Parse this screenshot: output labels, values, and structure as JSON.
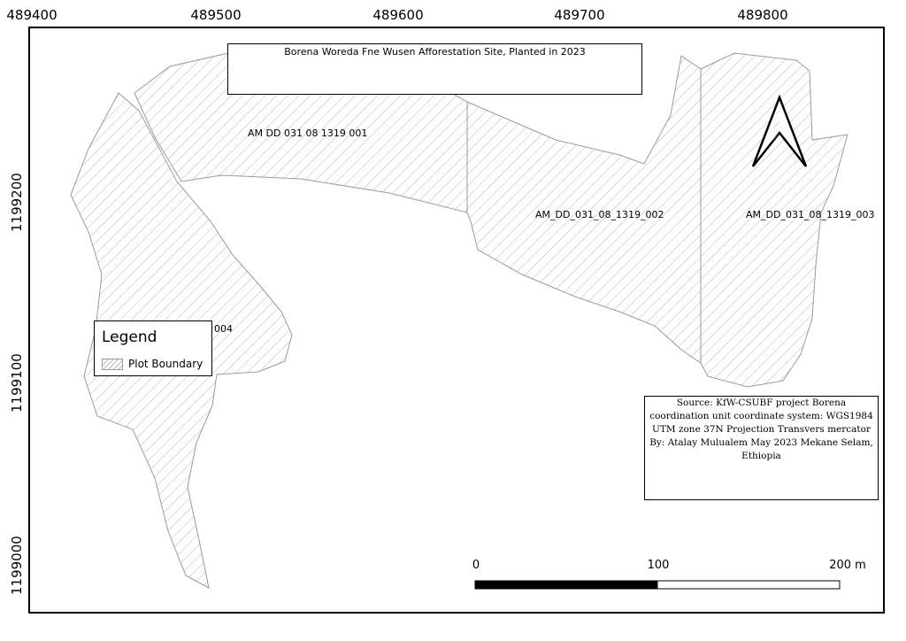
{
  "axes": {
    "x_ticks": [
      "489400",
      "489500",
      "489600",
      "489700",
      "489800"
    ],
    "y_ticks": [
      "1199200",
      "1199100",
      "1199000"
    ]
  },
  "title": "Borena Woreda Fne Wusen Afforestation Site, Planted in 2023",
  "plots": [
    {
      "id": "AM_DD_031_08_1319_001",
      "label": "AM  DD  031  08  1319  001"
    },
    {
      "id": "AM_DD_031_08_1319_002",
      "label": "AM_DD_031_08_1319_002"
    },
    {
      "id": "AM_DD_031_08_1319_003",
      "label": "AM_DD_031_08_1319_003"
    },
    {
      "id": "AM_DD_031_08_1319_004",
      "label": "004"
    }
  ],
  "legend": {
    "title": "Legend",
    "items": [
      {
        "label": "Plot Boundary"
      }
    ]
  },
  "source": {
    "lines": [
      "Source: KfW-CSUBF project Borena",
      "coordination unit coordinate system: WGS1984",
      "UTM zone 37N Projection Transvers mercator",
      "By: Atalay Mulualem May 2023 Mekane Selam,",
      "Ethiopia"
    ]
  },
  "scale_bar": {
    "labels": [
      "0",
      "100",
      "200 m"
    ]
  },
  "colors": {
    "hatch": "#b5b5b5",
    "outline": "#9a9a9a",
    "frame": "#000000"
  },
  "north_arrow_icon": "north-arrow-icon"
}
